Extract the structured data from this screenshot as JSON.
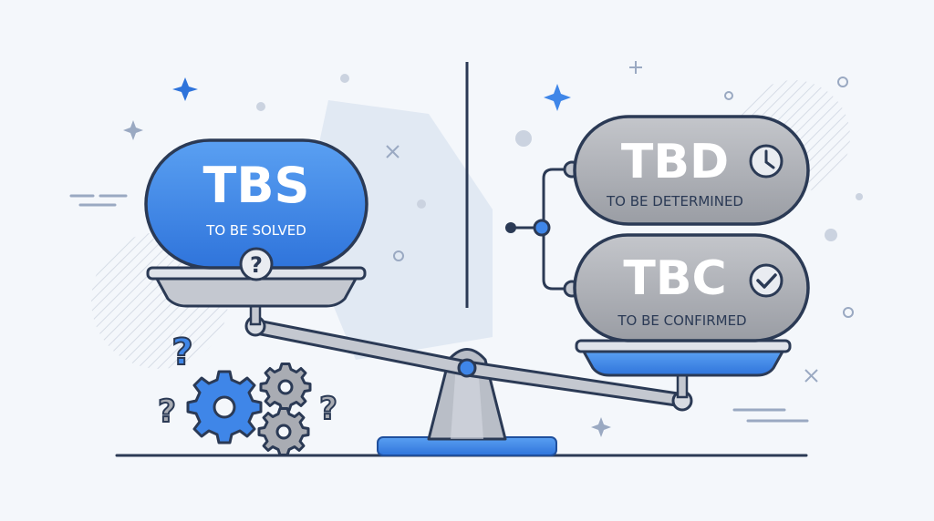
{
  "labels": {
    "tbs": {
      "abbr": "TBS",
      "full": "TO BE SOLVED"
    },
    "tbd": {
      "abbr": "TBD",
      "full": "TO BE DETERMINED"
    },
    "tbc": {
      "abbr": "TBC",
      "full": "TO BE CONFIRMED"
    }
  },
  "icons": {
    "tbs_badge": "question-mark-icon",
    "tbd_badge": "clock-icon",
    "tbc_badge": "check-icon",
    "decor": [
      "gear-icon",
      "question-mark-icon",
      "sparkle-icon"
    ]
  },
  "colors": {
    "background": "#f4f7fb",
    "accent_blue": "#3f86e8",
    "accent_blue_dark": "#1f4f9c",
    "outline": "#2b3a55",
    "pill_gray": "#a9acb3",
    "pill_gray_light": "#c7c9ce",
    "tray_gray": "#c9ccd3",
    "text_white": "#ffffff"
  }
}
